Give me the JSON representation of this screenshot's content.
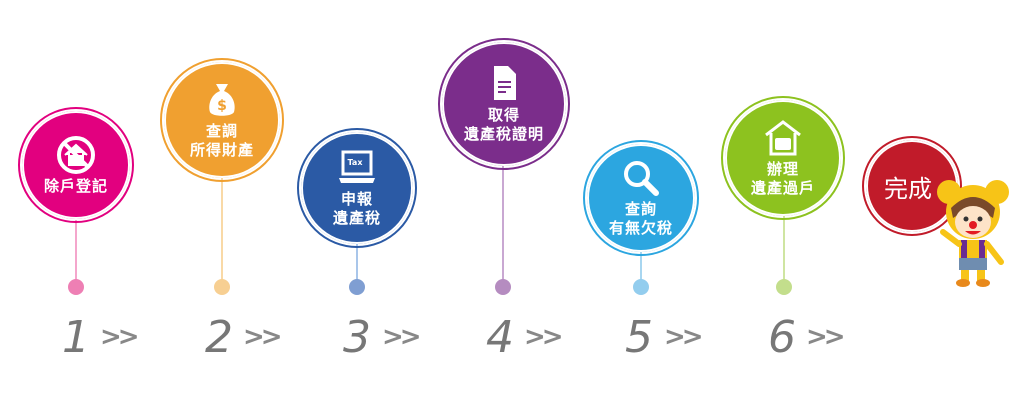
{
  "steps": [
    {
      "number": "1",
      "arrows": ">>",
      "lines": [
        "除戶登記"
      ],
      "icon": "no-house-icon",
      "color": "#e2007f",
      "dot": "#ee7fb4"
    },
    {
      "number": "2",
      "arrows": ">>",
      "lines": [
        "查調",
        "所得財產"
      ],
      "icon": "money-bag-icon",
      "color": "#f0a030",
      "dot": "#f7cf92"
    },
    {
      "number": "3",
      "arrows": ">>",
      "lines": [
        "申報",
        "遺產稅"
      ],
      "icon": "laptop-tax-icon",
      "icon_text": "Tax",
      "color": "#2b5aa5",
      "dot": "#7f9ed2"
    },
    {
      "number": "4",
      "arrows": ">>",
      "lines": [
        "取得",
        "遺產稅證明"
      ],
      "icon": "document-icon",
      "color": "#7b2d8b",
      "dot": "#b58cc0"
    },
    {
      "number": "5",
      "arrows": ">>",
      "lines": [
        "查詢",
        "有無欠稅"
      ],
      "icon": "magnifier-icon",
      "color": "#2ca6e0",
      "dot": "#93cdee"
    },
    {
      "number": "6",
      "arrows": ">>",
      "lines": [
        "辦理",
        "遺產過戶"
      ],
      "icon": "garage-car-icon",
      "color": "#8dc21f",
      "dot": "#c3de8c"
    }
  ],
  "final": {
    "label": "完成",
    "color": "#c11b2a"
  }
}
